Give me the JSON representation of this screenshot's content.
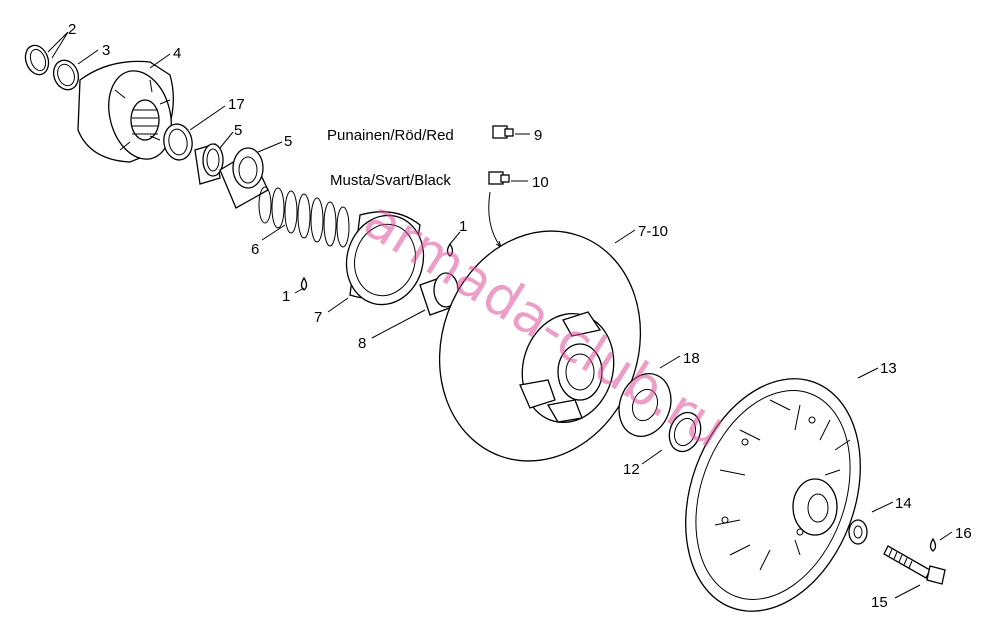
{
  "labels": {
    "l2": "2",
    "l3": "3",
    "l4": "4",
    "l17": "17",
    "l5a": "5",
    "l5b": "5",
    "l6": "6",
    "l1a": "1",
    "l1b": "1",
    "l7": "7",
    "l8": "8",
    "l9": "9",
    "l10": "10",
    "l7_10": "7-10",
    "l18": "18",
    "l12": "12",
    "l13": "13",
    "l14": "14",
    "l16": "16",
    "l15": "15"
  },
  "color_notes": {
    "red": "Punainen/Röd/Red",
    "black": "Musta/Svart/Black"
  },
  "watermark": "armada-club.ru",
  "colors": {
    "line": "#000000",
    "background": "#ffffff",
    "watermark": "#e0509a"
  }
}
